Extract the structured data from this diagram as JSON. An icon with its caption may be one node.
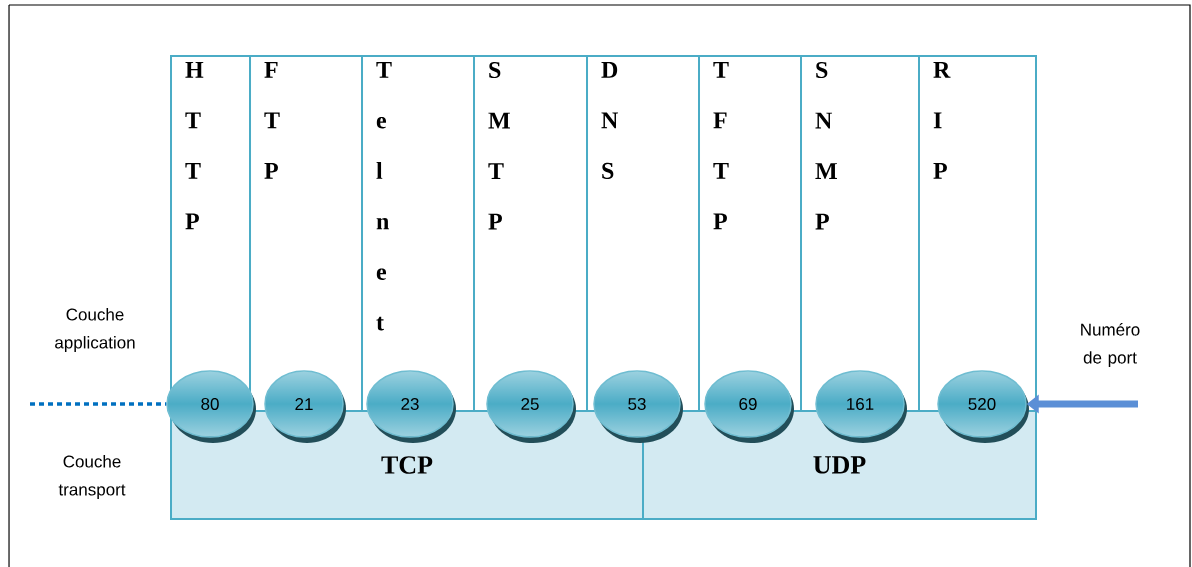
{
  "diagram": {
    "nodes": [
      {
        "text": [
          "H T T P"
        ]
      },
      {
        "text": [
          "F T P"
        ]
      },
      {
        "text": [
          "T e l n e t"
        ]
      },
      {
        "text": [
          "S M T P"
        ]
      },
      {
        "text": [
          "D N S"
        ]
      },
      {
        "text": [
          "T F T P"
        ]
      },
      {
        "text": [
          "S N M P"
        ]
      },
      {
        "text": [
          "R I P"
        ]
      },
      {
        "text": [
          "80"
        ]
      },
      {
        "text": [
          "21"
        ]
      },
      {
        "text": [
          "23"
        ]
      },
      {
        "text": [
          "25"
        ]
      },
      {
        "text": [
          "53"
        ]
      },
      {
        "text": [
          "69"
        ]
      },
      {
        "text": [
          "161"
        ]
      },
      {
        "text": [
          "520"
        ]
      },
      {
        "text": [
          "TCP"
        ]
      },
      {
        "text": [
          "UDP"
        ]
      }
    ],
    "edges": [
      {
        "from": null,
        "to": 8,
        "arrow": "none",
        "style": "dashed",
        "color": "#0070c0"
      },
      {
        "from": null,
        "to": 15,
        "arrow": "to",
        "style": "thick",
        "color": "#5b8fd6"
      }
    ],
    "labels": [
      "Couche application",
      "Couche transport",
      "Numéro de port"
    ]
  }
}
